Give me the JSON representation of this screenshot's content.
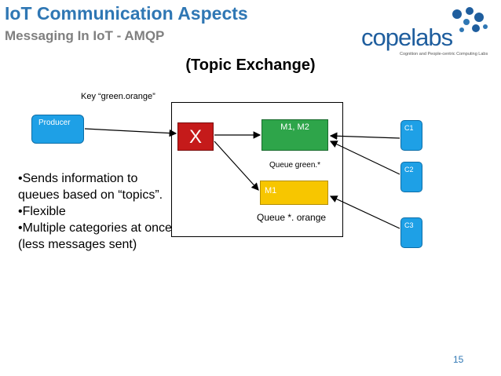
{
  "header": {
    "title": "IoT Communication Aspects",
    "subtitle": "Messaging In IoT - AMQP"
  },
  "logo": {
    "word": "copelabs",
    "tagline": "Cognition and People-centric Computing Labs"
  },
  "diagram": {
    "heading": "(Topic Exchange)",
    "routing_key": "Key  “green.orange”",
    "producer": "Producer",
    "exchange": "X",
    "queue_green": {
      "messages": "M1, M2",
      "label": "Queue green.*"
    },
    "queue_orange": {
      "messages": "M1",
      "label": "Queue *. orange"
    },
    "consumers": [
      "C1",
      "C2",
      "C3"
    ]
  },
  "bullets": [
    "•Sends information to queues based on “topics”.",
    "•Flexible",
    "•Multiple categories at once (less messages sent)"
  ],
  "page_number": "15",
  "colors": {
    "title": "#2f77b4",
    "producer": "#1ea0e6",
    "exchange": "#c51a1a",
    "queue_green": "#2ea54a",
    "queue_orange": "#f7c600"
  }
}
